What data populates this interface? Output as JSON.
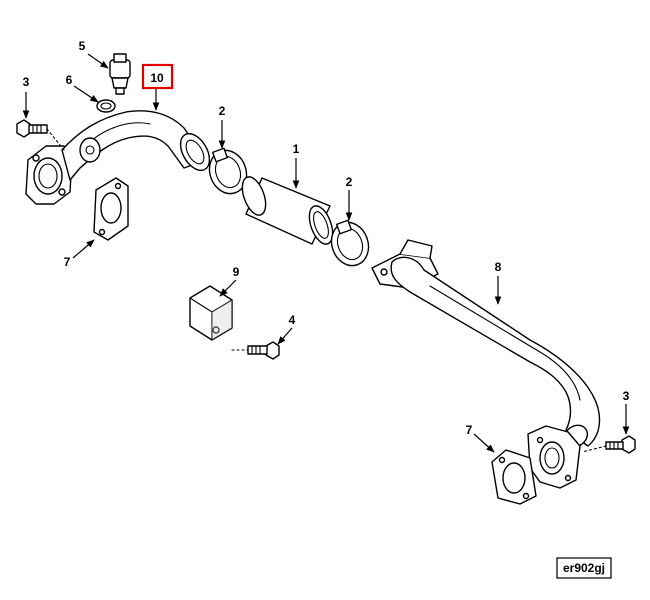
{
  "callouts": {
    "c1": "1",
    "c2a": "2",
    "c2b": "2",
    "c3a": "3",
    "c3b": "3",
    "c4": "4",
    "c5": "5",
    "c6": "6",
    "c7a": "7",
    "c7b": "7",
    "c8": "8",
    "c9": "9",
    "c10": "10"
  },
  "reference_code": "er902gj",
  "highlight_color": "#e00000"
}
